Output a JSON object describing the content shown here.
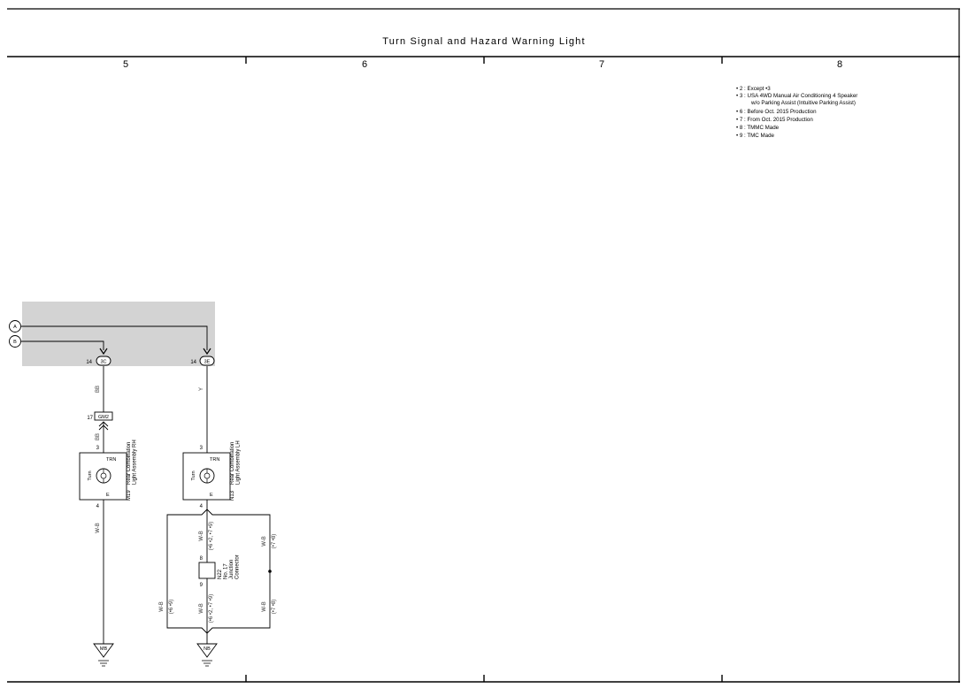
{
  "title": "Turn Signal and Hazard Warning Light",
  "columns": [
    "5",
    "6",
    "7",
    "8"
  ],
  "notes": [
    "• 2 : Except •3",
    "• 3 : USA 4WD Manual Air Conditioning 4 Speaker",
    "w/o Parking Assist (Intuitive Parking Assist)",
    "• 6 : Before Oct.  2015 Production",
    "• 7 : From Oct.  2015 Production",
    "• 8 : TMMC Made",
    "• 9 : TMC Made"
  ],
  "connector_refs": {
    "a": "A",
    "b": "B"
  },
  "connectors": {
    "rh_source": {
      "pin": "14",
      "code": "3C"
    },
    "lh_source": {
      "pin": "14",
      "code": "3E"
    },
    "gm2": {
      "pin": "17",
      "code": "GM2"
    }
  },
  "wires": {
    "rh_top": "BB",
    "rh_mid": "BB",
    "rh_bottom": "W-B",
    "lh_top": "Y",
    "lh_left": "W-B",
    "lh_left_note": "(•6 •9)",
    "lh_center_top": "W-B",
    "lh_center_top_note": "(•6 •2, •7 •9)",
    "lh_center_bottom": "W-B",
    "lh_center_bottom_note": "(•6 •2, •7 •9)",
    "lh_right_top": "W-B",
    "lh_right_top_note": "(•7 •8)",
    "lh_right_bottom": "W-B",
    "lh_right_bottom_note": "(•7 •8)"
  },
  "lamps": {
    "rh": {
      "pin_in": "3",
      "trn": "TRN",
      "turn": "Turn",
      "e": "E",
      "pin_out": "4",
      "code": "M19",
      "name1": "Rear Combination",
      "name2": "Light Assembly RH"
    },
    "lh": {
      "pin_in": "3",
      "trn": "TRN",
      "turn": "Turn",
      "e": "E",
      "pin_out": "4",
      "code": "N13",
      "name1": "Rear Combination",
      "name2": "Light Assembly LH"
    }
  },
  "junction": {
    "pin_top": "8",
    "pin_bottom": "9",
    "code": "N22",
    "name1": "No. 17",
    "name2": "Junction",
    "name3": "Connector"
  },
  "grounds": {
    "rh": "MB",
    "lh": "NB"
  }
}
